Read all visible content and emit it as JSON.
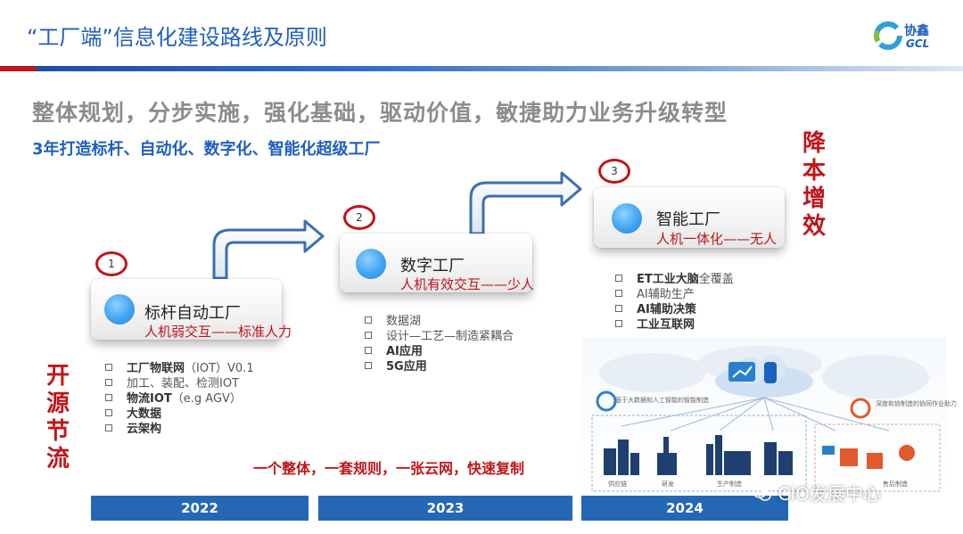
{
  "header": {
    "title": "“工厂端”信息化建设路线及原则",
    "logo_cn": "协鑫",
    "logo_en": "GCL"
  },
  "subtitle": "整体规划，分步实施，强化基础，驱动价值，敏捷助力业务升级转型",
  "goal": "3年打造标杆、自动化、数字化、智能化超级工厂",
  "left_vertical": "开源节流",
  "right_vertical": "降本增效",
  "stages": [
    {
      "badge": "1",
      "title": "标杆自动工厂",
      "subtitle": "人机弱交互——标准人力",
      "items": [
        {
          "text": "工厂物联网",
          "bold": true,
          "suffix": "（IOT）V0.1"
        },
        {
          "text": "加工、装配、检测IOT",
          "bold": false,
          "suffix": ""
        },
        {
          "text": "物流IOT",
          "bold": true,
          "suffix": "（e.g AGV）"
        },
        {
          "text": "大数据",
          "bold": true,
          "suffix": ""
        },
        {
          "text": "云架构",
          "bold": true,
          "suffix": ""
        }
      ]
    },
    {
      "badge": "2",
      "title": "数字工厂",
      "subtitle": "人机有效交互——少人",
      "items": [
        {
          "text": "数据湖",
          "bold": false,
          "suffix": ""
        },
        {
          "text": "设计—工艺—制造紧耦合",
          "bold": false,
          "suffix": ""
        },
        {
          "text": "AI应用",
          "bold": true,
          "suffix": ""
        },
        {
          "text": "5G应用",
          "bold": true,
          "suffix": ""
        }
      ]
    },
    {
      "badge": "3",
      "title": "智能工厂",
      "subtitle": "人机一体化——无人",
      "items": [
        {
          "text": "ET工业大脑",
          "bold": true,
          "suffix": "全覆盖"
        },
        {
          "text": "AI辅助生产",
          "bold": false,
          "suffix": ""
        },
        {
          "text": "AI辅助决策",
          "bold": true,
          "suffix": ""
        },
        {
          "text": "工业互联网",
          "bold": true,
          "suffix": ""
        }
      ]
    }
  ],
  "tagline": "一个整体，一套规则，一张云网，快速复制",
  "years": [
    "2022",
    "2023",
    "2024"
  ],
  "illustration": {
    "left_caption": "基于大数据和人工智能的智能制造",
    "right_caption": "深度和协制造的协同作业助力",
    "labels": [
      "供应链",
      "研发",
      "生产制造",
      "",
      "售后制造"
    ]
  },
  "watermark": "CIO发展中心",
  "colors": {
    "brand_blue": "#1f5fbf",
    "accent_red": "#c0151a",
    "year_bar": "#2468b5",
    "subtitle_gray": "#8c8c8c"
  }
}
